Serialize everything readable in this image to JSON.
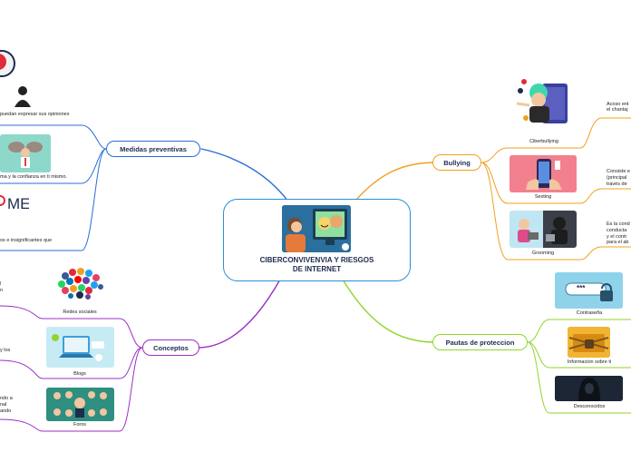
{
  "central": {
    "title_line1": "CIBERCONVIVENVIA Y RIESGOS",
    "title_line2": "DE INTERNET",
    "icon": "people-at-computer-illustration"
  },
  "branches": {
    "medidas": {
      "label": "Medidas preventivas",
      "color": "#2a6dd6",
      "items": [
        {
          "desc": "puedan expresar sus opiniones",
          "icon": "speech-bubbles-person-icon"
        },
        {
          "desc": "ma y la confianza en ti mismo.",
          "icon": "strong-man-illustration"
        },
        {
          "desc": "os e insignificantes que",
          "brand": "ME"
        }
      ]
    },
    "conceptos": {
      "label": "Conceptos",
      "color": "#9b30c4",
      "items": [
        {
          "caption": "Redes sociales",
          "desc1": "l",
          "desc2": "n",
          "icon": "social-media-icons-cloud"
        },
        {
          "caption": "Blogs",
          "desc1": "y los",
          "icon": "laptop-blog-illustration"
        },
        {
          "caption": "Foros",
          "desc1": "ndo a",
          "desc2": "nal",
          "desc3": "ando",
          "icon": "forum-avatars-illustration"
        }
      ]
    },
    "bullying": {
      "label": "Bullying",
      "color": "#f0a020",
      "items": [
        {
          "caption": "Ciberbullying",
          "desc1": "Acoso ent",
          "desc2": "el chantaj",
          "icon": "cyberbully-illustration"
        },
        {
          "caption": "Sexting",
          "desc1": "Consiste e",
          "desc2": "(principal",
          "desc3": "través de",
          "icon": "phone-hands-illustration"
        },
        {
          "caption": "Grooming",
          "desc1": "Es la cond",
          "desc2": "conducta",
          "desc3": "y el contr",
          "desc4": "para el ab",
          "icon": "grooming-illustration"
        }
      ]
    },
    "pautas": {
      "label": "Pautas de proteccion",
      "color": "#8fd62a",
      "items": [
        {
          "caption": "Contraseña",
          "pw": "***",
          "icon": "password-lock-icon"
        },
        {
          "caption": "Informacion sobre ti",
          "icon": "locked-chain-laptop-illustration"
        },
        {
          "caption": "Desconocidos",
          "icon": "hooded-stranger-illustration"
        }
      ]
    }
  }
}
